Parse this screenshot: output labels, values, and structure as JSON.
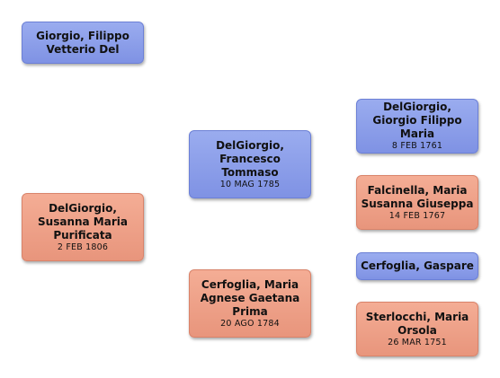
{
  "colors": {
    "male": "#8a9ceb",
    "female": "#ef9f86"
  },
  "people": [
    {
      "id": "p1",
      "gender": "male",
      "name": "Giorgio, Filippo Vetterio Del",
      "date": ""
    },
    {
      "id": "p2",
      "gender": "female",
      "name": "DelGiorgio, Susanna Maria Purificata",
      "date": "2 FEB 1806"
    },
    {
      "id": "p3",
      "gender": "male",
      "name": "DelGiorgio, Francesco Tommaso",
      "date": "10 MAG 1785"
    },
    {
      "id": "p4",
      "gender": "female",
      "name": "Cerfoglia, Maria Agnese Gaetana Prima",
      "date": "20 AGO 1784"
    },
    {
      "id": "p5",
      "gender": "male",
      "name": "DelGiorgio, Giorgio Filippo Maria",
      "date": "8 FEB 1761"
    },
    {
      "id": "p6",
      "gender": "female",
      "name": "Falcinella, Maria Susanna Giuseppa",
      "date": "14 FEB 1767"
    },
    {
      "id": "p7",
      "gender": "male",
      "name": "Cerfoglia, Gaspare",
      "date": ""
    },
    {
      "id": "p8",
      "gender": "female",
      "name": "Sterlocchi, Maria Orsola",
      "date": "26 MAR 1751"
    }
  ]
}
